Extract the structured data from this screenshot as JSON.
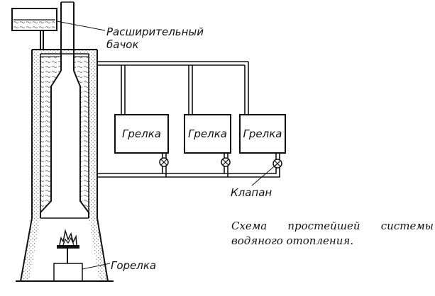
{
  "labels": {
    "tank_line1": "Расширительный",
    "tank_line2": "бачок",
    "heater1": "Грелка",
    "heater2": "Грелка",
    "heater3": "Грелка",
    "valve": "Клапан",
    "burner": "Горелка"
  },
  "caption": {
    "line1_words": [
      "Схема",
      "простейшей",
      "системы"
    ],
    "line2": "водяного отопления."
  }
}
